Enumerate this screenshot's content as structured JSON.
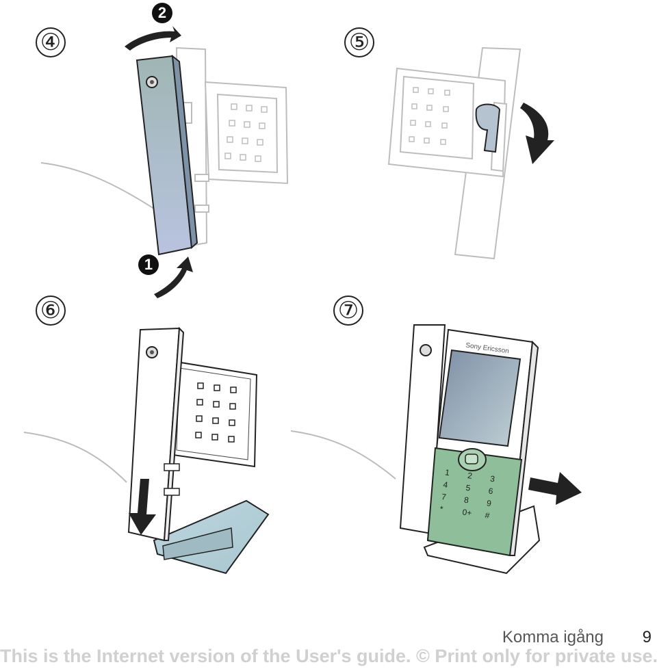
{
  "steps": {
    "step4": "④",
    "step5": "⑤",
    "step6": "⑥",
    "step7": "⑦"
  },
  "sub_steps": {
    "one": "1",
    "two": "2"
  },
  "phone_brand": "Sony Ericsson",
  "keypad": [
    "1",
    "2",
    "3",
    "4",
    "5",
    "6",
    "7",
    "8",
    "9",
    "*",
    "0+",
    "#"
  ],
  "footer": {
    "section_title": "Komma igång",
    "page_number": "9",
    "watermark": "This is the Internet version of the User's guide. © Print only for private use."
  },
  "colors": {
    "panel_blue": "#a9bcc8",
    "phone_green": "#8fbf9a",
    "outline": "#222222",
    "ghost_outline": "#bdbdbd"
  }
}
